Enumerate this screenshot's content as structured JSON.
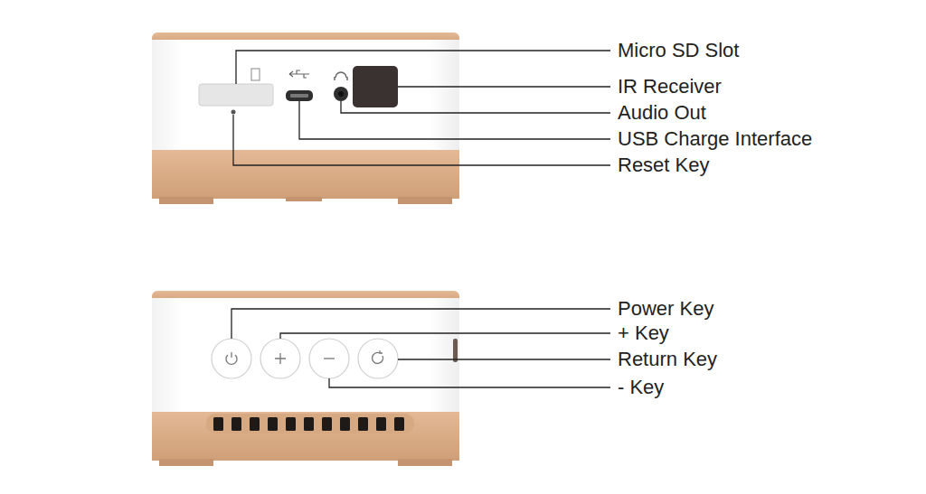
{
  "diagram": {
    "labels": [
      "Micro SD Slot",
      "IR Receiver",
      "Audio Out",
      "USB Charge Interface",
      "Reset Key",
      "Power Key",
      "+ Key",
      "Return Key",
      "- Key"
    ]
  }
}
